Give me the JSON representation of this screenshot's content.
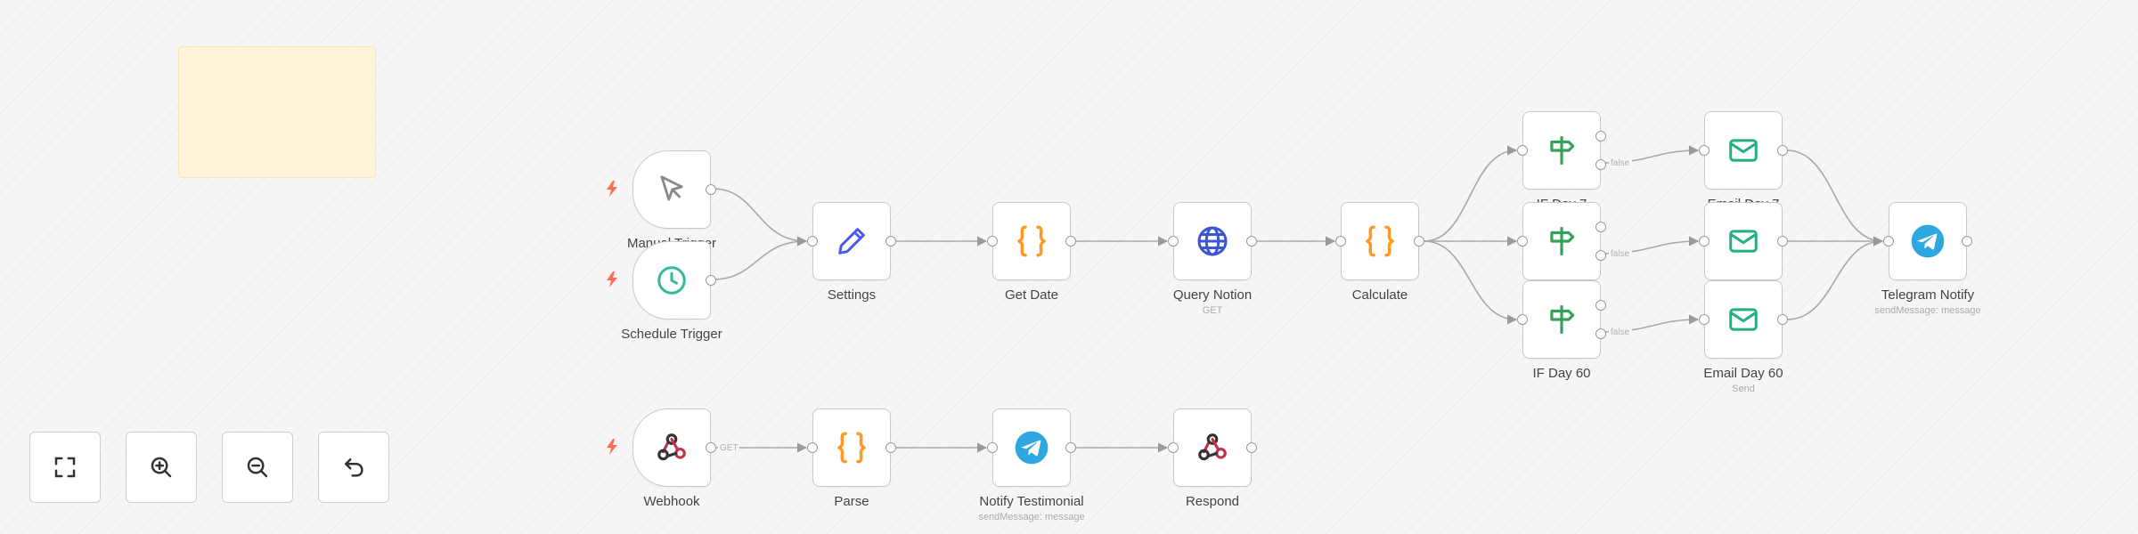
{
  "nodes": {
    "manual_trigger": {
      "label": "Manual Trigger",
      "icon": "cursor-icon"
    },
    "schedule_trigger": {
      "label": "Schedule Trigger",
      "icon": "clock-icon"
    },
    "settings": {
      "label": "Settings",
      "icon": "pencil-icon"
    },
    "get_date": {
      "label": "Get Date",
      "icon": "code-braces-icon"
    },
    "query_notion": {
      "label": "Query Notion",
      "subtitle": "GET",
      "icon": "globe-icon"
    },
    "calculate": {
      "label": "Calculate",
      "icon": "code-braces-icon"
    },
    "if_day_7": {
      "label": "IF Day 7",
      "icon": "signpost-icon"
    },
    "if_day_30": {
      "label": "",
      "icon": "signpost-icon"
    },
    "if_day_60": {
      "label": "IF Day 60",
      "icon": "signpost-icon"
    },
    "email_day_7": {
      "label": "Email Day 7",
      "icon": "mail-icon"
    },
    "email_day_30": {
      "label": "",
      "icon": "mail-icon"
    },
    "email_day_60": {
      "label": "Email Day 60",
      "subtitle": "Send",
      "icon": "mail-icon"
    },
    "telegram_notify": {
      "label": "Telegram Notify",
      "subtitle": "sendMessage: message",
      "icon": "telegram-icon"
    },
    "webhook": {
      "label": "Webhook",
      "icon": "webhook-icon"
    },
    "parse": {
      "label": "Parse",
      "icon": "code-braces-icon"
    },
    "notify_testimonial": {
      "label": "Notify Testimonial",
      "subtitle": "sendMessage: message",
      "icon": "telegram-icon"
    },
    "respond": {
      "label": "Respond",
      "icon": "webhook-icon"
    }
  },
  "edges": {
    "false_label": "false",
    "get_label": "GET"
  },
  "controls": {
    "fit": "fit-view-icon",
    "zoom_in": "zoom-in-icon",
    "zoom_out": "zoom-out-icon",
    "undo": "undo-icon"
  },
  "colors": {
    "trigger_bolt": "#ff6d5a",
    "code_orange": "#ff9922",
    "if_green": "#35a15a",
    "mail_green": "#22b07d",
    "telegram_blue": "#2ea6e0",
    "globe_blue": "#3a55d4",
    "pencil_blue": "#4a5af0",
    "webhook_red": "#c4314b"
  }
}
